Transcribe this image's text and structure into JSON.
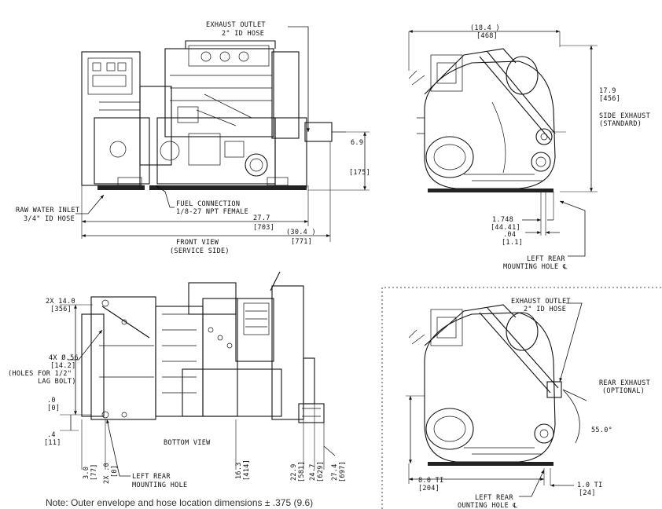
{
  "front_view": {
    "title": "FRONT VIEW",
    "subtitle": "(SERVICE SIDE)",
    "exhaust_outlet": "EXHAUST OUTLET",
    "exhaust_hose": "2\" ID HOSE",
    "fuel_connection": "FUEL CONNECTION",
    "fuel_npt": "1/8-27 NPT FEMALE",
    "raw_water_inlet": "RAW WATER INLET",
    "raw_water_hose": "3/4\" ID HOSE",
    "dim_height_in": "6.9",
    "dim_height_mm": "[175]",
    "dim_len1_in": "27.7",
    "dim_len1_mm": "[703]",
    "dim_len2_in": "(30.4 )",
    "dim_len2_mm": "[771]"
  },
  "side_view": {
    "width_in": "(18.4 )",
    "width_mm": "[468]",
    "height_in": "17.9",
    "height_mm": "[456]",
    "side_exhaust": "SIDE EXHAUST",
    "standard": "(STANDARD)",
    "d1_in": "1.748",
    "d1_mm": "[44.41]",
    "d2_in": ".04",
    "d2_mm": "[1.1]",
    "left_rear": "LEFT REAR",
    "mounting_hole": "MOUNTING HOLE ℄"
  },
  "bottom_view": {
    "title": "BOTTOM VIEW",
    "dim_2x14_in": "2X 14.0",
    "dim_2x14_mm": "[356]",
    "hole_in": "4X Ø.56",
    "hole_mm": "[14.2]",
    "hole_note1": "(HOLES FOR 1/2\"",
    "hole_note2": "LAG BOLT)",
    "zero_in": ".0",
    "zero_mm": "[0]",
    "p4_in": ".4",
    "p4_mm": "[11]",
    "v3_in": "3.0",
    "v3_mm": "[77]",
    "v2x0_in": "2X .0",
    "v2x0_mm": "[0]",
    "v16_in": "16.3",
    "v16_mm": "[414]",
    "v22_in": "22.9",
    "v22_mm": "[581]",
    "v24_in": "24.7",
    "v24_mm": "[629]",
    "v27_in": "27.4",
    "v27_mm": "[697]",
    "left_rear": "LEFT REAR",
    "mounting_hole": "MOUNTING HOLE"
  },
  "rear_view": {
    "exhaust_outlet": "EXHAUST OUTLET",
    "exhaust_hose": "2\" ID HOSE",
    "rear_exhaust": "REAR EXHAUST",
    "optional": "(OPTIONAL)",
    "angle": "55.0°",
    "d1_in": "8.0 TI",
    "d1_mm": "[204]",
    "d2_in": "1.0 TI",
    "d2_mm": "[24]",
    "left_rear": "LEFT REAR",
    "mounting_hole": "OUNTING HOLE ℄"
  },
  "note": "Note: Outer envelope and hose location dimensions ± .375 (9.6)"
}
